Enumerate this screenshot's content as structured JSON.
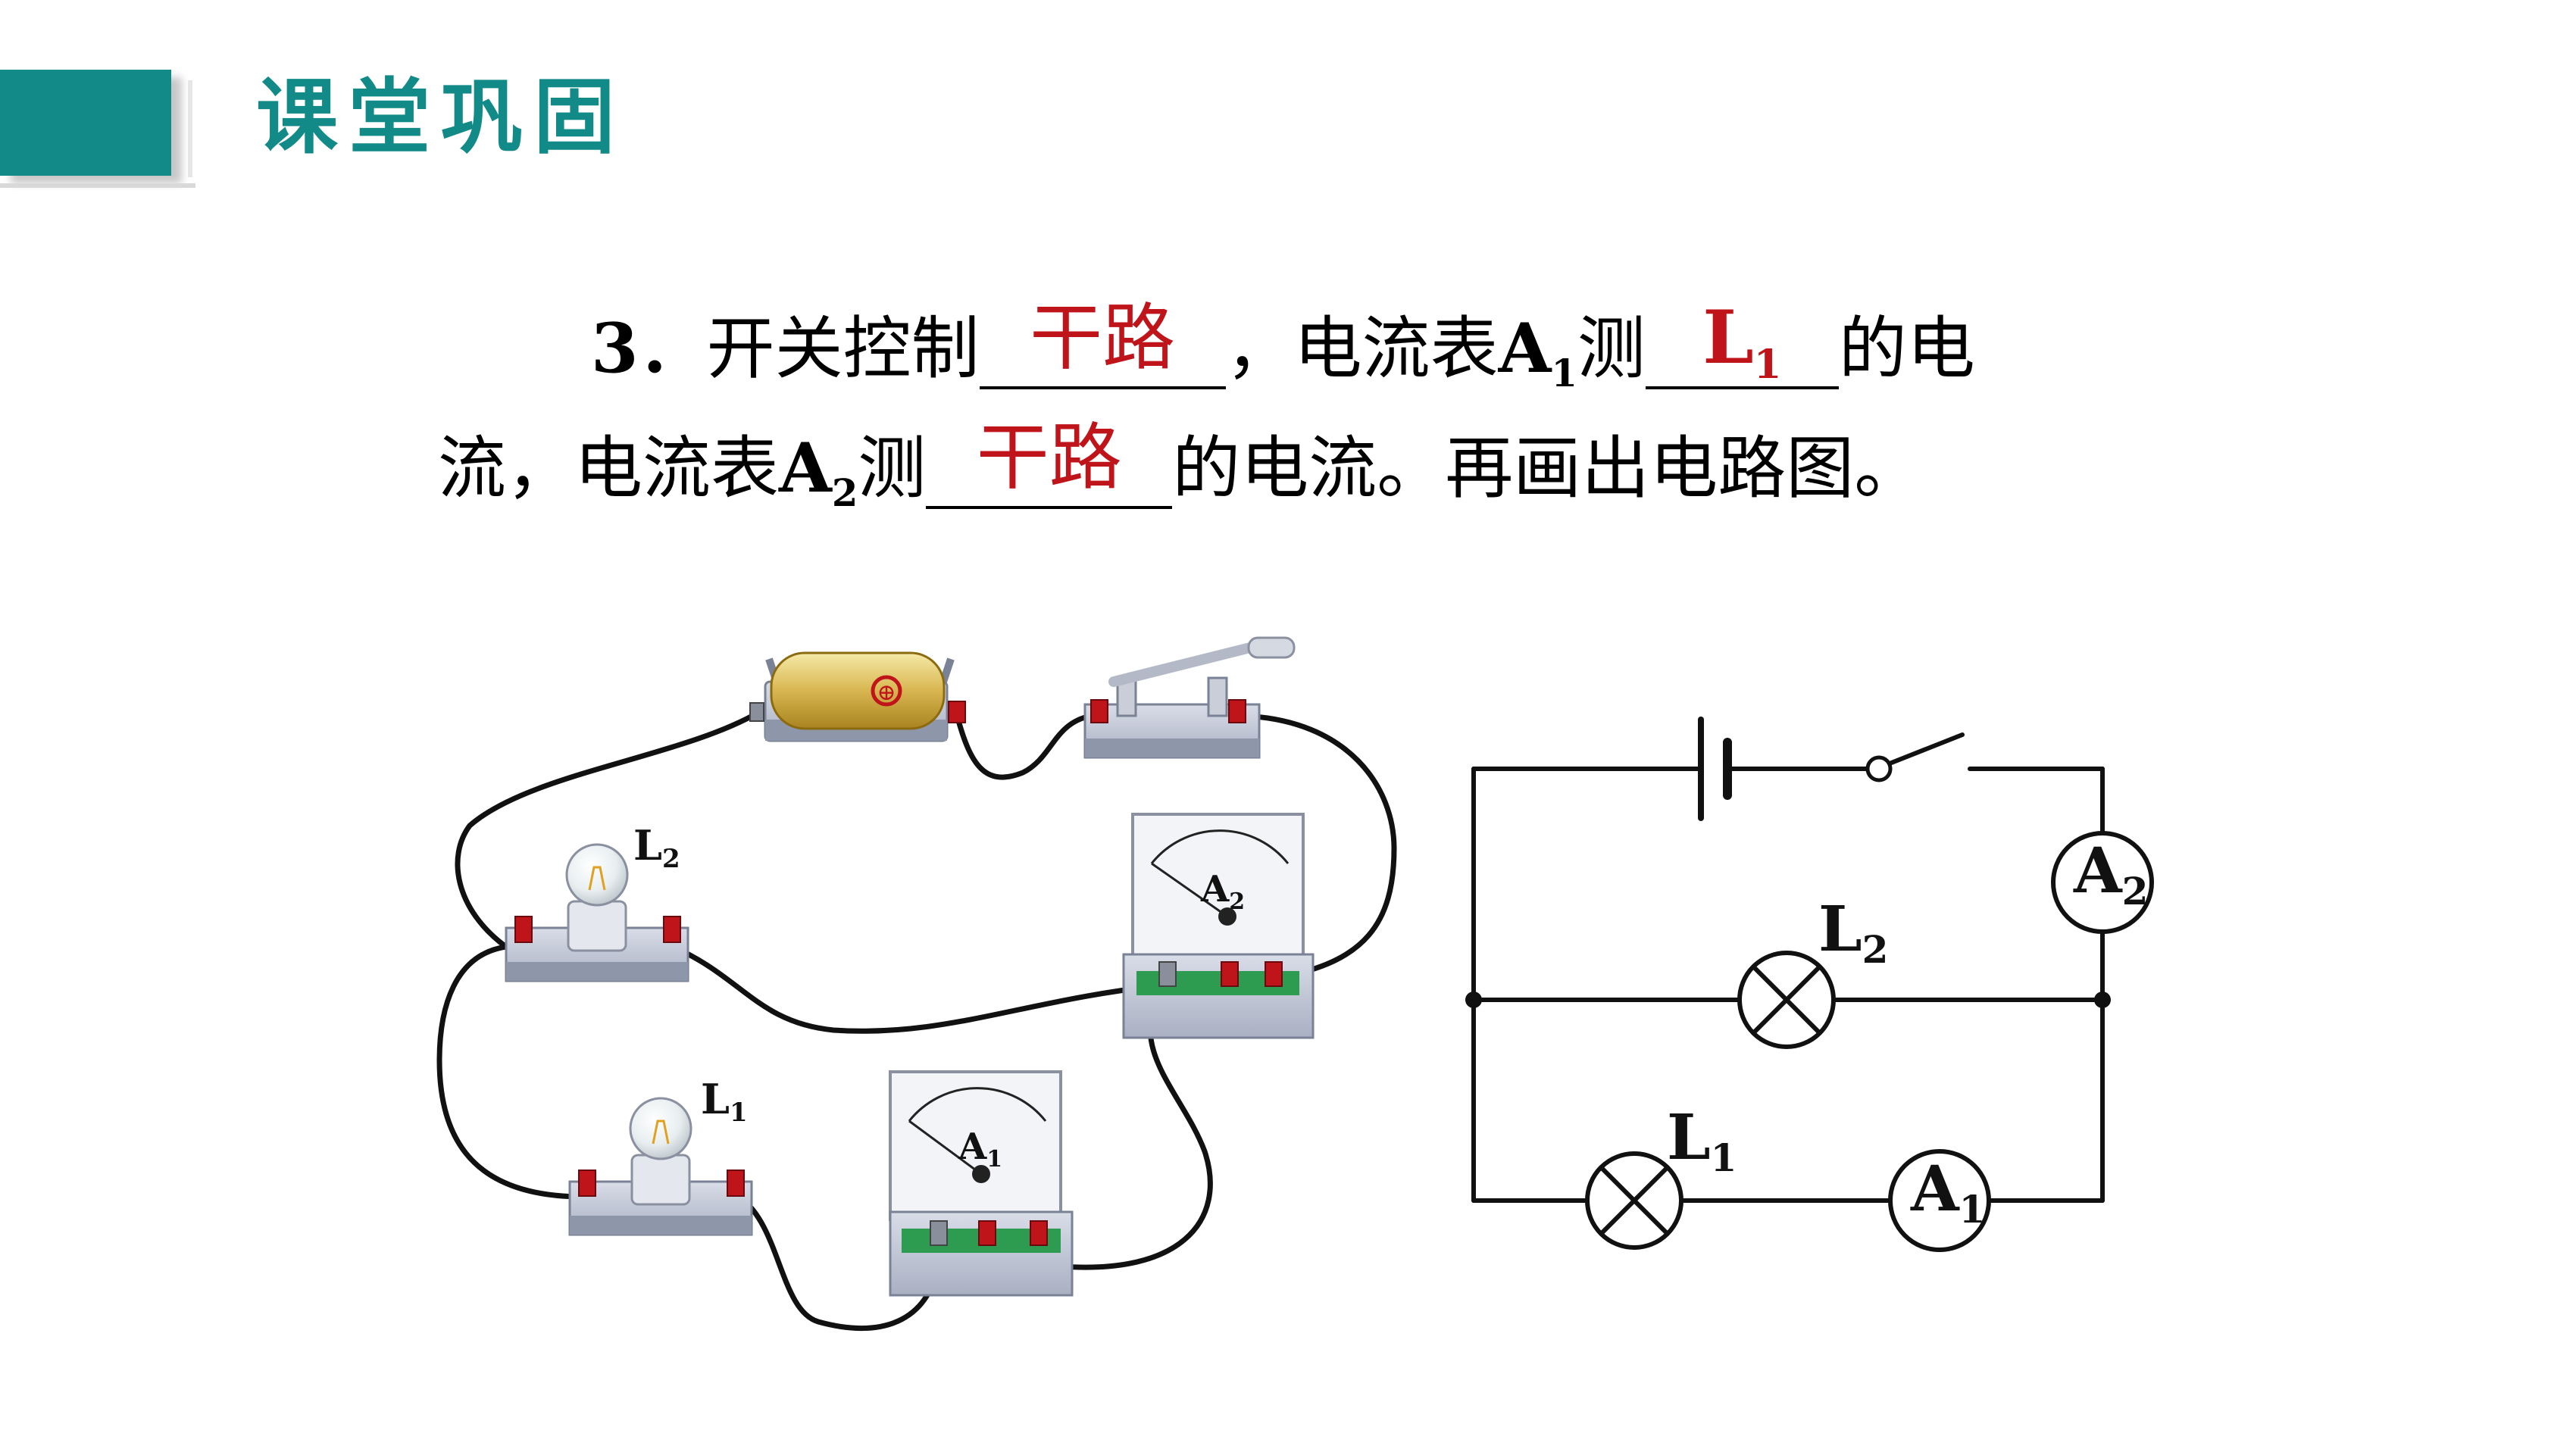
{
  "header": {
    "title": "课堂巩固"
  },
  "question": {
    "number": "3．",
    "p1": "开关控制",
    "answer1": "干路",
    "p2": "，电流表",
    "a1_letter": "A",
    "a1_sub": "1",
    "p3": "测",
    "answer2_letter": "L",
    "answer2_sub": "1",
    "p4": "的电",
    "p5": "流，电流表",
    "a2_letter": "A",
    "a2_sub": "2",
    "p6": "测",
    "answer3": "干路",
    "p7": "的电流。再画出电路图。"
  },
  "physical_diagram": {
    "bulb1_label": "L",
    "bulb1_sub": "1",
    "bulb2_label": "L",
    "bulb2_sub": "2",
    "ammeter1_label": "A",
    "ammeter1_sub": "1",
    "ammeter2_label": "A",
    "ammeter2_sub": "2",
    "battery_symbol": "⊕"
  },
  "schematic": {
    "ammeter_top_label": "A",
    "ammeter_top_sub": "2",
    "lamp_top_label": "L",
    "lamp_top_sub": "2",
    "lamp_bottom_label": "L",
    "lamp_bottom_sub": "1",
    "ammeter_bottom_label": "A",
    "ammeter_bottom_sub": "1"
  }
}
